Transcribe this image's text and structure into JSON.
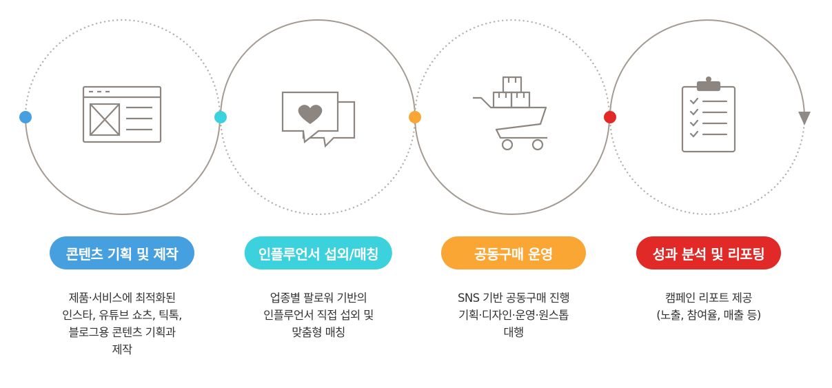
{
  "colors": {
    "ring": "#a39b93",
    "dots": "#b8b0a8",
    "icon": "#8c8580",
    "arrow": "#8f8a86"
  },
  "steps": [
    {
      "title": "콘텐츠 기획 및 제작",
      "color": "#46a0e0",
      "icon": "browser-wireframe-icon",
      "lines": [
        "제품·서비스에 최적화된",
        "인스타, 유튜브 쇼츠, 틱톡,",
        "블로그용 콘텐츠 기획과",
        "제작"
      ]
    },
    {
      "title": "인플루언서 섭외/매칭",
      "color": "#3bd1dd",
      "icon": "heart-chat-icon",
      "lines": [
        "업종별 팔로워 기반의",
        "인플루언서 직접 섭외 및",
        "맞춤형 매칭"
      ]
    },
    {
      "title": "공동구매 운영",
      "color": "#faa634",
      "icon": "shopping-cart-boxes-icon",
      "lines": [
        "SNS 기반 공동구매 진행",
        "기획·디자인·운영·원스톱",
        "대행"
      ]
    },
    {
      "title": "성과 분석 및 리포팅",
      "color": "#e12a27",
      "icon": "clipboard-checklist-icon",
      "lines": [
        "캠페인 리포트 제공",
        "(노출, 참여율, 매출 등)"
      ]
    }
  ]
}
